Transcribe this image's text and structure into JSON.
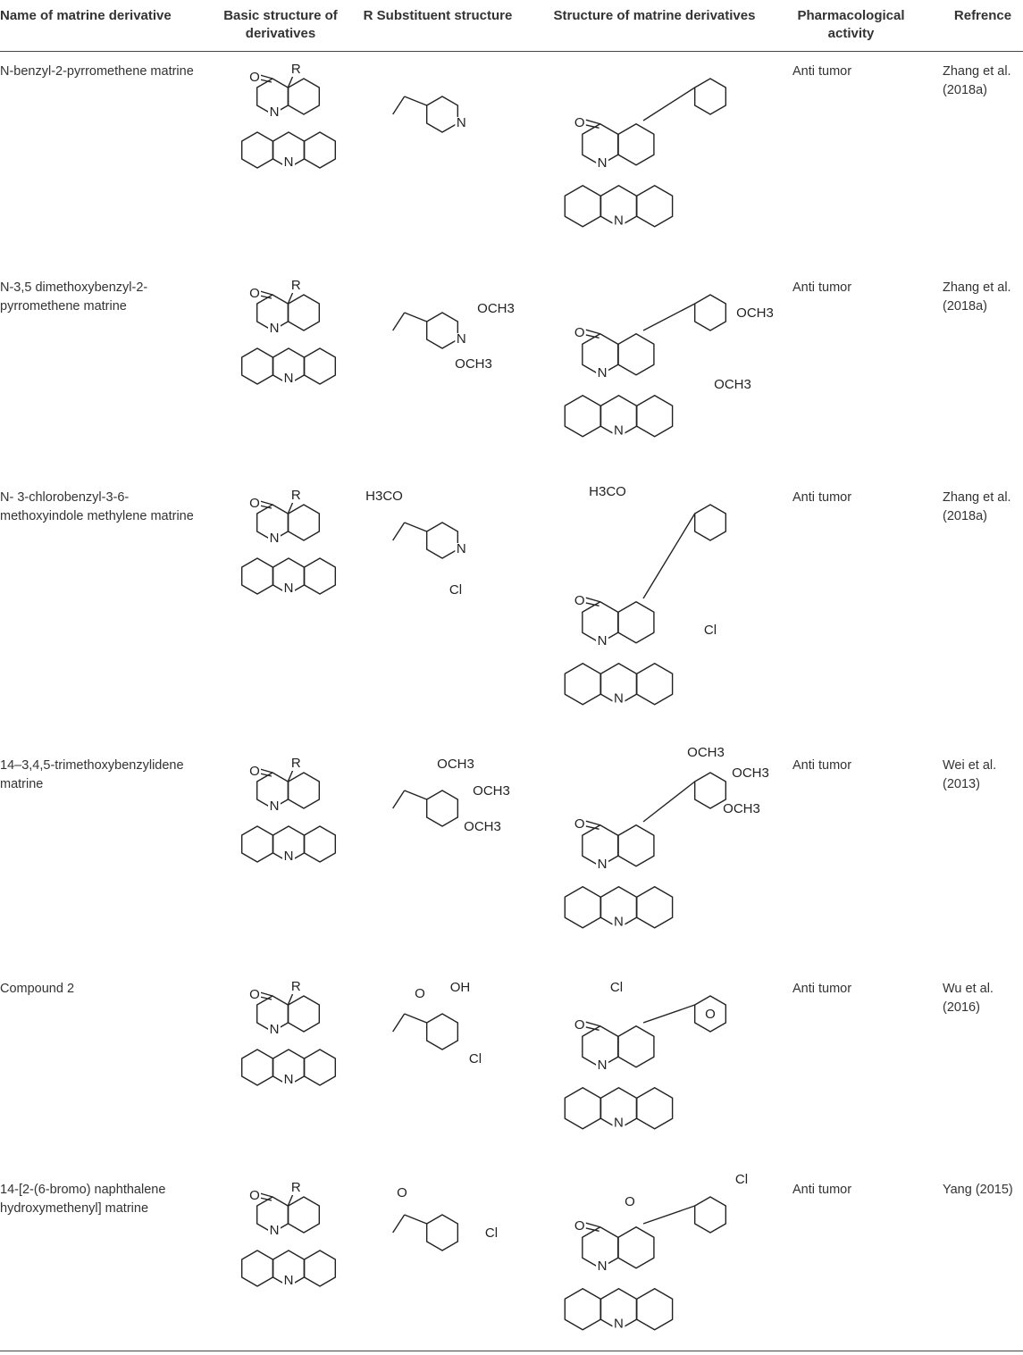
{
  "headers": {
    "name": "Name of matrine derivative",
    "basic": "Basic structure of derivatives",
    "substituent": "R Substituent structure",
    "structure": "Structure of matrine derivatives",
    "activity": "Pharmacological activity",
    "reference": "Refrence"
  },
  "atom_labels": {
    "r": "R",
    "o": "O",
    "n": "N",
    "cl": "Cl",
    "och3": "OCH3",
    "h3co": "H3CO",
    "oh": "OH"
  },
  "rows": [
    {
      "name": "N-benzyl-2-pyrromethene matrine",
      "activity": "Anti tumor",
      "reference": "Zhang et al. (2018a)"
    },
    {
      "name": "N-3,5 dimethoxybenzyl-2-pyrromethene matrine",
      "activity": "Anti tumor",
      "reference": "Zhang et al. (2018a)"
    },
    {
      "name": "N- 3-chlorobenzyl-3-6-methoxyindole methylene matrine",
      "activity": "Anti tumor",
      "reference": "Zhang et al. (2018a)"
    },
    {
      "name": "14–3,4,5-trimethoxybenzylidene matrine",
      "activity": "Anti tumor",
      "reference": "Wei et al. (2013)"
    },
    {
      "name": "Compound 2",
      "activity": "Anti tumor",
      "reference": "Wu et al. (2016)"
    },
    {
      "name": "14-[2-(6-bromo) naphthalene hydroxymethenyl] matrine",
      "activity": "Anti tumor",
      "reference": "Yang (2015)"
    }
  ]
}
